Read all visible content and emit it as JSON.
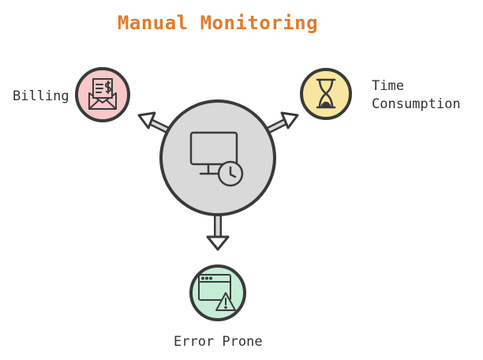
{
  "title": "Manual Monitoring",
  "nodes": {
    "center": {
      "icon": "monitor-clock-icon",
      "fill": "#d9d9d9"
    },
    "billing": {
      "label": "Billing",
      "icon": "invoice-envelope-icon",
      "fill": "#f8c8c8"
    },
    "time": {
      "label_line1": "Time",
      "label_line2": "Consumption",
      "icon": "hourglass-icon",
      "fill": "#f8e6a0"
    },
    "error": {
      "label": "Error Prone",
      "icon": "browser-warning-icon",
      "fill": "#c6ecd6"
    }
  },
  "colors": {
    "title": "#e07b2a",
    "stroke": "#3a3a3a"
  }
}
